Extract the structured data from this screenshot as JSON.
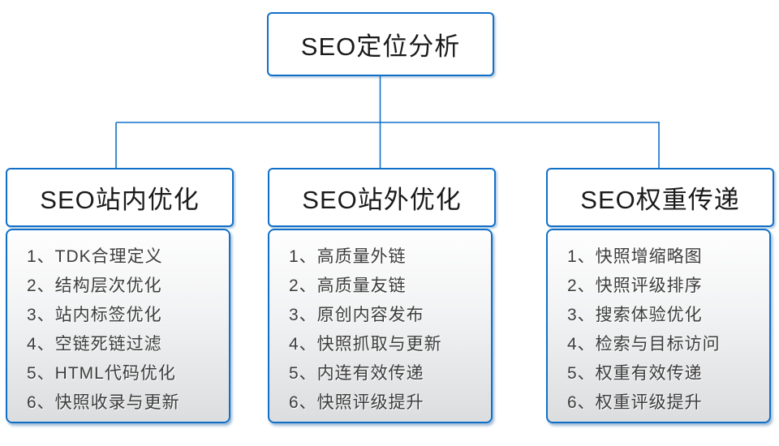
{
  "diagram": {
    "root": {
      "label": "SEO定位分析"
    },
    "columns": [
      {
        "title": "SEO站内优化",
        "items": [
          "1、TDK合理定义",
          "2、结构层次优化",
          "3、站内标签优化",
          "4、空链死链过滤",
          "5、HTML代码优化",
          "6、快照收录与更新"
        ]
      },
      {
        "title": "SEO站外优化",
        "items": [
          "1、高质量外链",
          "2、高质量友链",
          "3、原创内容发布",
          "4、快照抓取与更新",
          "5、内连有效传递",
          "6、快照评级提升"
        ]
      },
      {
        "title": "SEO权重传递",
        "items": [
          "1、快照增缩略图",
          "2、快照评级排序",
          "3、搜索体验优化",
          "4、检索与目标访问",
          "5、权重有效传递",
          "6、权重评级提升"
        ]
      }
    ],
    "colors": {
      "accent_blue": "#1070c8",
      "text_dark": "#3d3d3d",
      "list_gradient_top": "#fefefe",
      "list_gradient_bottom": "#dcddde"
    }
  }
}
